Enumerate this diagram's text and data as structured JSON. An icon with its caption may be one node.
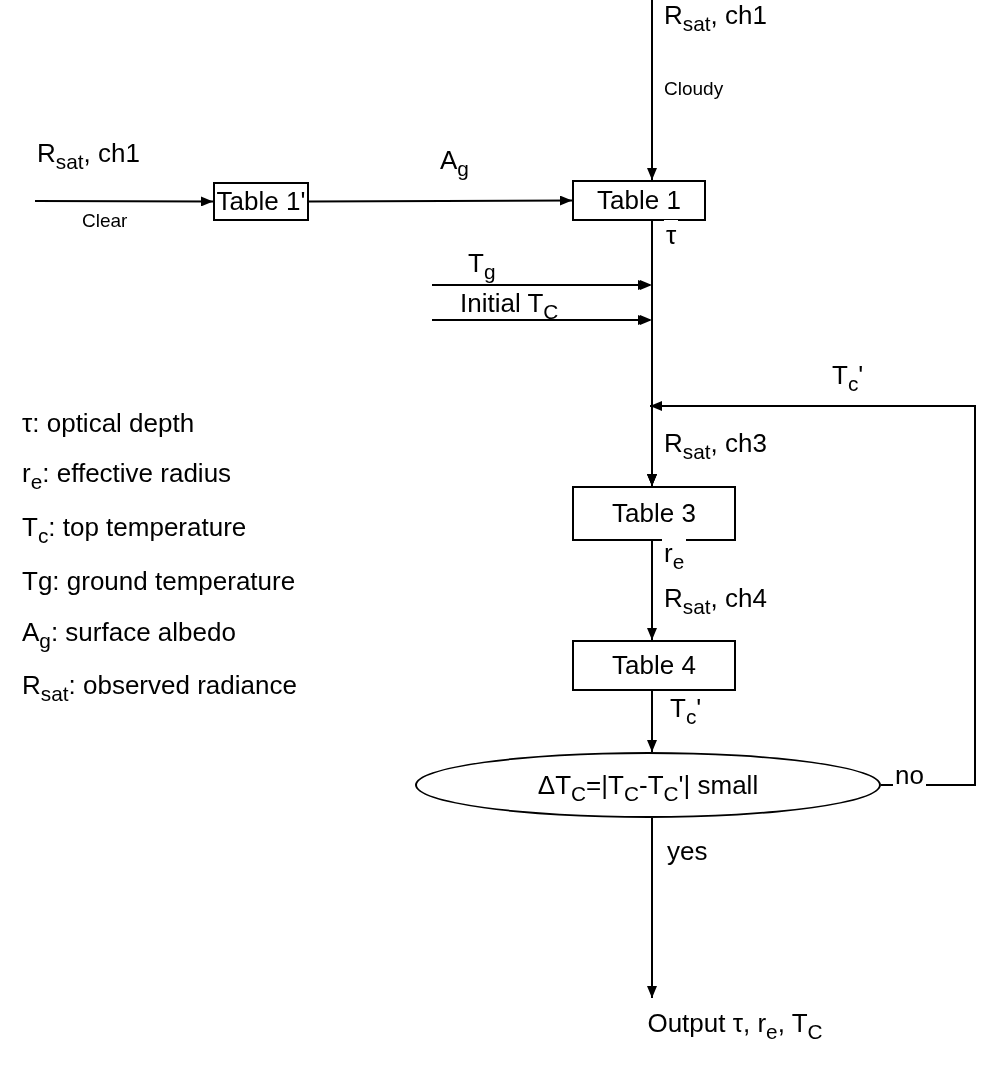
{
  "diagram": {
    "nodes": [
      {
        "text": [
          "Table 1'"
        ]
      },
      {
        "text": [
          "Table 1"
        ]
      },
      {
        "text": [
          "Table 3"
        ]
      },
      {
        "text": [
          "Table 4"
        ]
      },
      {
        "text": [
          "ΔT$_{C}$=|T$_{C}$-T$_{C}$'| small"
        ]
      },
      {
        "text": [
          "Output τ, r$_{e}$, T$_{C}$"
        ]
      }
    ],
    "edges": [
      {
        "from": null,
        "to": 0,
        "arrow": "to",
        "label": "R$_{sat}$, ch1"
      },
      {
        "from": 0,
        "to": 1,
        "arrow": "to",
        "label": "A$_{g}$"
      },
      {
        "from": null,
        "to": 1,
        "arrow": "to",
        "label": "R$_{sat}$, ch1"
      },
      {
        "from": 1,
        "to": 2,
        "arrow": "to",
        "label": "τ"
      },
      {
        "from": null,
        "to": 2,
        "arrow": "to",
        "label": "T$_{g}$"
      },
      {
        "from": null,
        "to": 2,
        "arrow": "to",
        "label": "Initial T$_{C}$"
      },
      {
        "from": 4,
        "to": 2,
        "arrow": "to",
        "label": "no"
      },
      {
        "from": 2,
        "to": 3,
        "arrow": "to",
        "label": "r$_{e}$"
      },
      {
        "from": 3,
        "to": 4,
        "arrow": "to",
        "label": "T$_{c}$'"
      },
      {
        "from": 4,
        "to": 5,
        "arrow": "to",
        "label": "yes"
      }
    ],
    "labels": [
      "Cloudy",
      "Clear",
      "T$_{c}$'",
      "τ:  optical depth",
      "R$_{sat}$, ch3",
      "r$_{e}$: effective radius",
      "T$_{c}$: top temperature",
      "Tg: ground temperature",
      "R$_{sat}$, ch4",
      "A$_{g}$: surface albedo",
      "R$_{sat}$: observed radiance"
    ]
  }
}
